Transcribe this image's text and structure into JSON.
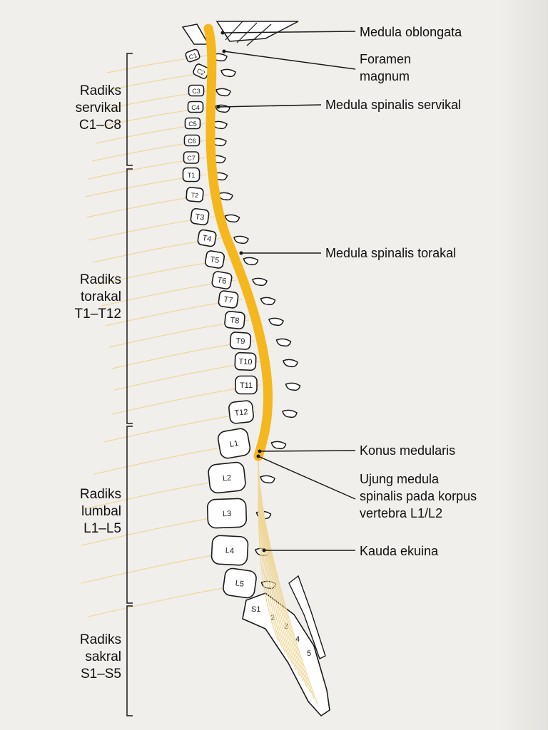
{
  "colors": {
    "cord": "#f4b71e",
    "nerve": "#efd79a",
    "ink": "#1a1a1a",
    "paper": "#f1efec"
  },
  "labels": {
    "medula_oblongata": "Medula oblongata",
    "foramen": "Foramen",
    "magnum": "magnum",
    "servikal": "Medula spinalis servikal",
    "torakal": "Medula spinalis torakal",
    "konus": "Konus medularis",
    "ujung_1": "Ujung medula",
    "ujung_2": "spinalis pada korpus",
    "ujung_3": "vertebra L1/L2",
    "kauda": "Kauda ekuina"
  },
  "sections": {
    "servikal": [
      "Radiks",
      "servikal",
      "C1–C8"
    ],
    "torakal": [
      "Radiks",
      "torakal",
      "T1–T12"
    ],
    "lumbal": [
      "Radiks",
      "lumbal",
      "L1–L5"
    ],
    "sakral": [
      "Radiks",
      "sakral",
      "S1–S5"
    ]
  },
  "vertebrae": {
    "cervical": [
      "C1",
      "C2",
      "C3",
      "C4",
      "C5",
      "C6",
      "C7"
    ],
    "thoracic": [
      "T1",
      "T2",
      "T3",
      "T4",
      "T5",
      "T6",
      "T7",
      "T8",
      "T9",
      "T10",
      "T11",
      "T12"
    ],
    "lumbar": [
      "L1",
      "L2",
      "L3",
      "L4",
      "L5"
    ],
    "sacral": [
      "S1",
      "2",
      "3",
      "4",
      "5"
    ]
  }
}
